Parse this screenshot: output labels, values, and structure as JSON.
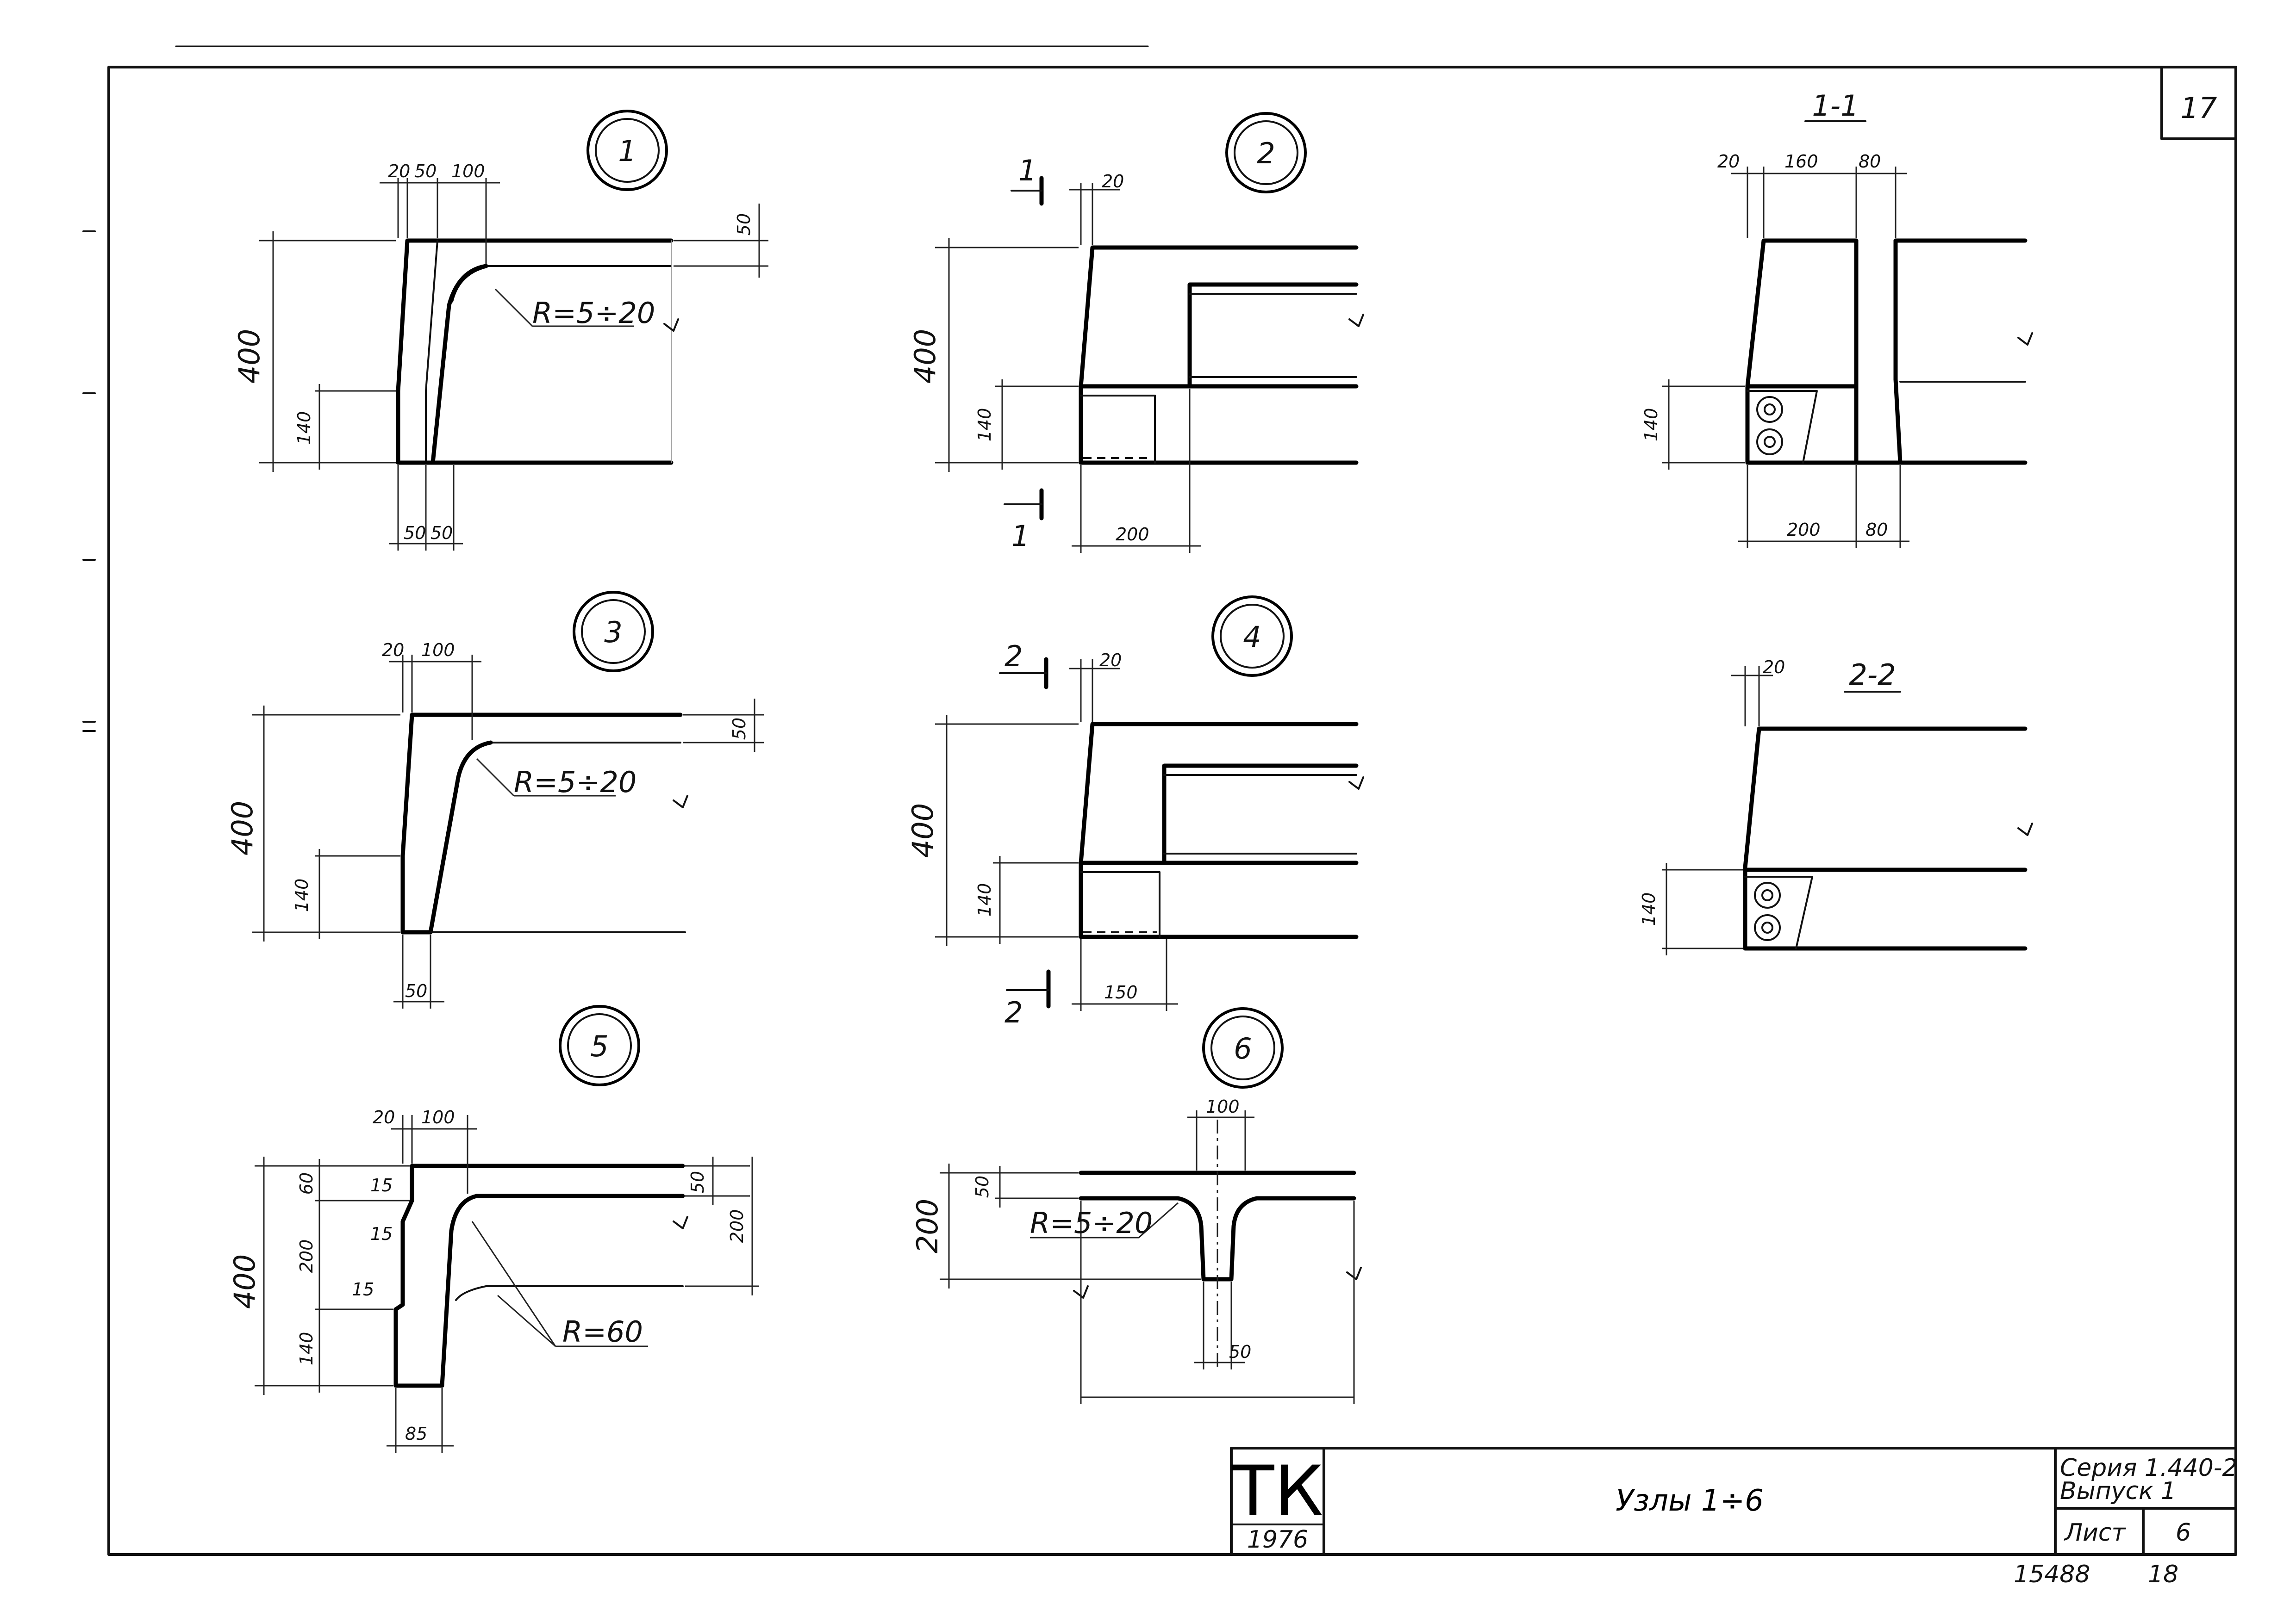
{
  "sheet_number_corner": "17",
  "node_labels": [
    "1",
    "2",
    "3",
    "4",
    "5",
    "6"
  ],
  "section_titles": {
    "s11": "1-1",
    "s22": "2-2"
  },
  "section_marks": {
    "n1": "1",
    "n2": "2"
  },
  "radius_labels": {
    "r1": "R=5÷20",
    "r3": "R=5÷20",
    "r5": "R=60",
    "r6": "R=5÷20"
  },
  "dims": {
    "n1": {
      "a": "20",
      "b": "50",
      "c": "100",
      "h": "400",
      "m": "140",
      "t": "50",
      "b1": "50",
      "b2": "50"
    },
    "n2": {
      "a": "20",
      "h": "400",
      "m": "140",
      "w": "200"
    },
    "s11": {
      "a": "20",
      "b": "160",
      "c": "80",
      "m": "140",
      "w": "200",
      "w2": "80"
    },
    "n3": {
      "a": "20",
      "c": "100",
      "h": "400",
      "m": "140",
      "t": "50",
      "b": "50"
    },
    "n4": {
      "a": "20",
      "h": "400",
      "m": "140",
      "w": "150"
    },
    "s22": {
      "a": "20",
      "m": "140"
    },
    "n5": {
      "a": "20",
      "c": "100",
      "p": "60",
      "q": "200",
      "r": "140",
      "h": "400",
      "k1": "15",
      "k2": "15",
      "k3": "15",
      "t": "50",
      "g": "200",
      "b": "85"
    },
    "n6": {
      "c": "100",
      "t": "50",
      "h": "200",
      "b": "50"
    }
  },
  "title_block": {
    "org": "ТК",
    "year": "1976",
    "drawing_title": "Узлы 1÷6",
    "series": "Серия 1.440-2",
    "issue": "Выпуск 1",
    "sheet_label": "Лист",
    "sheet_value": "6"
  },
  "footer": {
    "inventory": "15488",
    "page": "18"
  }
}
